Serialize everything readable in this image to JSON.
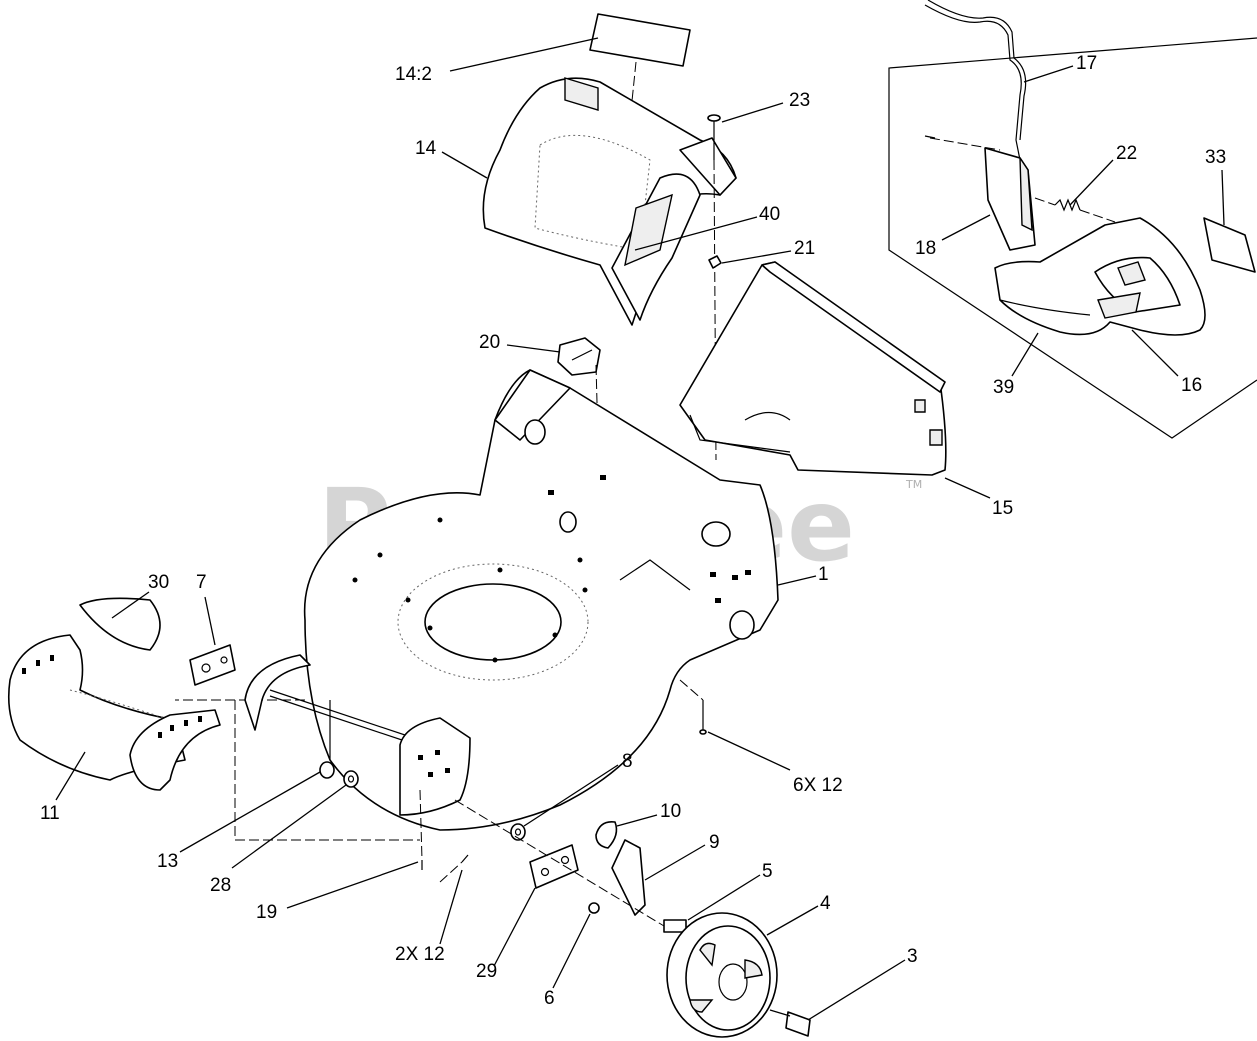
{
  "watermark": {
    "text": "PartsTree",
    "trademark": "TM"
  },
  "callouts": [
    {
      "id": "c14-2",
      "label": "14:2"
    },
    {
      "id": "c14",
      "label": "14"
    },
    {
      "id": "c23",
      "label": "23"
    },
    {
      "id": "c40",
      "label": "40"
    },
    {
      "id": "c21",
      "label": "21"
    },
    {
      "id": "c20",
      "label": "20"
    },
    {
      "id": "c15",
      "label": "15"
    },
    {
      "id": "c1",
      "label": "1"
    },
    {
      "id": "c30",
      "label": "30"
    },
    {
      "id": "c7",
      "label": "7"
    },
    {
      "id": "c11",
      "label": "11"
    },
    {
      "id": "c13",
      "label": "13"
    },
    {
      "id": "c28",
      "label": "28"
    },
    {
      "id": "c19",
      "label": "19"
    },
    {
      "id": "c2x12",
      "label": "2X 12"
    },
    {
      "id": "c29",
      "label": "29"
    },
    {
      "id": "c6",
      "label": "6"
    },
    {
      "id": "c8",
      "label": "8"
    },
    {
      "id": "c10",
      "label": "10"
    },
    {
      "id": "c9",
      "label": "9"
    },
    {
      "id": "c5",
      "label": "5"
    },
    {
      "id": "c4",
      "label": "4"
    },
    {
      "id": "c3",
      "label": "3"
    },
    {
      "id": "c6x12",
      "label": "6X 12"
    },
    {
      "id": "c17",
      "label": "17"
    },
    {
      "id": "c22",
      "label": "22"
    },
    {
      "id": "c33",
      "label": "33"
    },
    {
      "id": "c18",
      "label": "18"
    },
    {
      "id": "c39",
      "label": "39"
    },
    {
      "id": "c16",
      "label": "16"
    }
  ]
}
